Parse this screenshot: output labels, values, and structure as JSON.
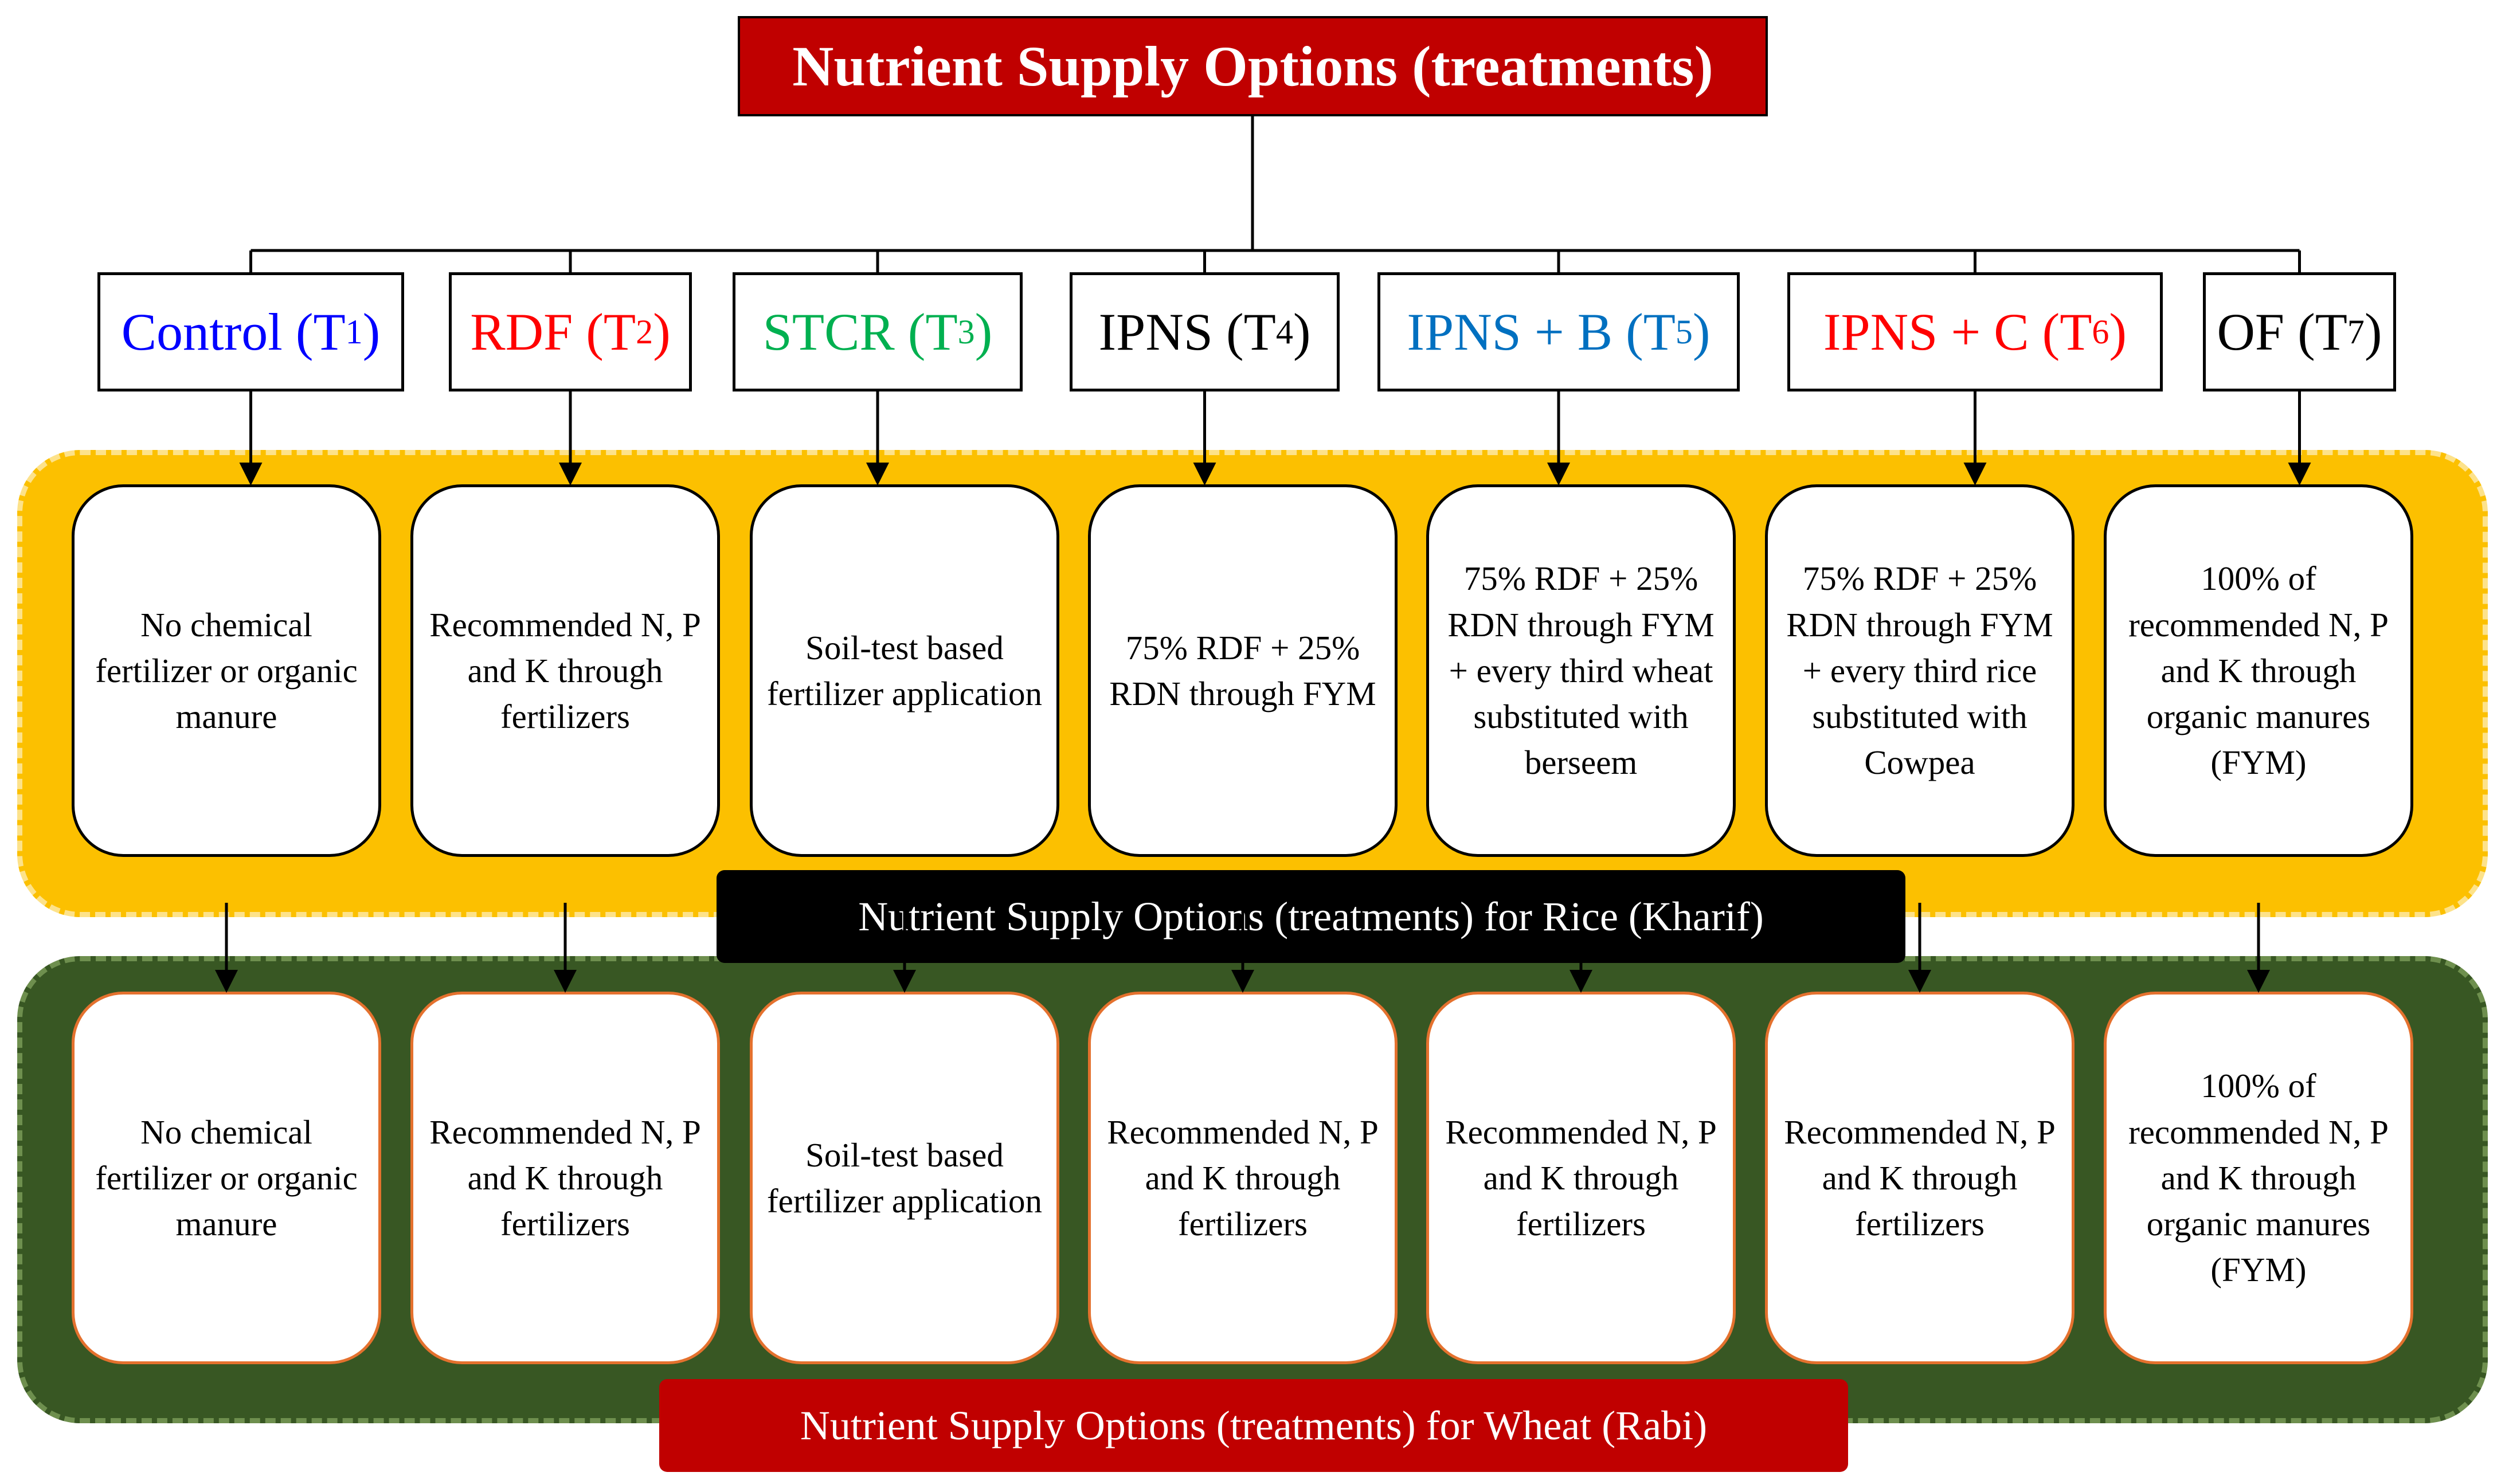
{
  "title": "Nutrient Supply Options (treatments)",
  "treatments": [
    {
      "name": "Control",
      "code": "T",
      "sub": "1",
      "color": "#0000ff",
      "rice": "No chemical fertilizer or organic manure",
      "wheat": "No chemical fertilizer or organic manure"
    },
    {
      "name": "RDF",
      "code": "T",
      "sub": "2",
      "color": "#ff0000",
      "rice": "Recommended N, P and K through fertilizers",
      "wheat": "Recommended N, P and K through fertilizers"
    },
    {
      "name": "STCR",
      "code": "T",
      "sub": "3",
      "color": "#00b050",
      "rice": "Soil-test based fertilizer application",
      "wheat": "Soil-test based fertilizer application"
    },
    {
      "name": "IPNS",
      "code": "T",
      "sub": "4",
      "color": "#000000",
      "rice": "75% RDF + 25% RDN through FYM",
      "wheat": "Recommended N, P and K through fertilizers"
    },
    {
      "name": "IPNS + B",
      "code": "T",
      "sub": "5",
      "color": "#0070c0",
      "rice": "75% RDF + 25% RDN through FYM + every third wheat substituted with berseem",
      "wheat": "Recommended N, P and K through fertilizers"
    },
    {
      "name": "IPNS + C",
      "code": "T",
      "sub": "6",
      "color": "#ff0000",
      "rice": "75% RDF + 25% RDN through FYM + every third rice substituted with Cowpea",
      "wheat": "Recommended N, P and K through fertilizers"
    },
    {
      "name": "OF",
      "code": "T",
      "sub": "7",
      "color": "#000000",
      "rice": "100% of recommended N, P and K through organic manures (FYM)",
      "wheat": "100% of recommended N, P and K through organic manures (FYM)"
    }
  ],
  "rice_label": "Nutrient Supply Options (treatments) for Rice (Kharif)",
  "wheat_label": "Nutrient Supply Options (treatments) for Wheat (Rabi)"
}
